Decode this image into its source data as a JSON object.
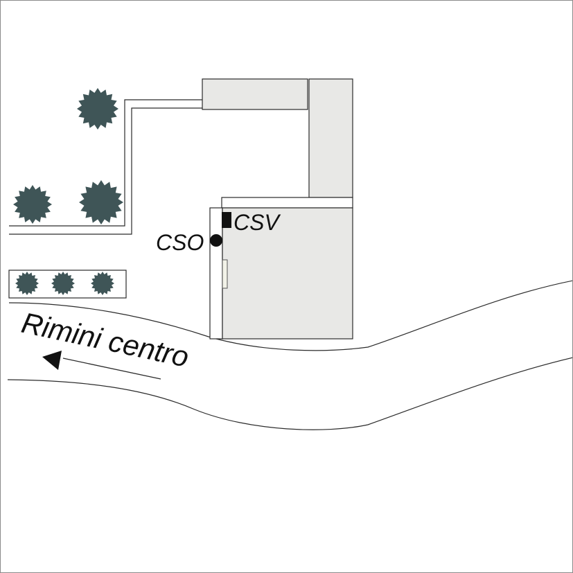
{
  "map": {
    "labels": {
      "csv": "CSV",
      "cso": "CSO",
      "direction": "Rimini centro"
    },
    "colors": {
      "building": "#e8e8e6",
      "outline": "#2a2a2a",
      "tree": "#3f5557",
      "marker": "#111111",
      "background": "#ffffff"
    },
    "icons": {
      "csv_marker": "square-marker",
      "cso_marker": "circle-marker",
      "direction_arrow": "arrow-left",
      "tree": "tree-icon"
    }
  }
}
